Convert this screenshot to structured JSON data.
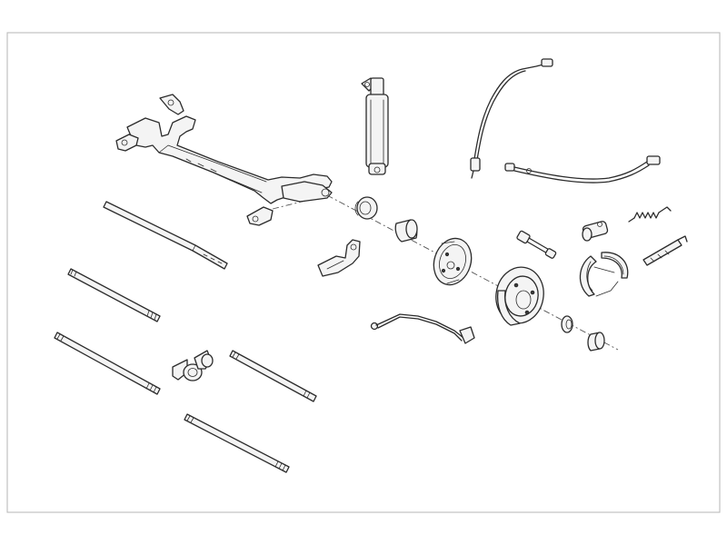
{
  "diagram": {
    "parts": [
      {
        "id": "rear-axle-beam",
        "icon": "axle-beam-icon"
      },
      {
        "id": "shock-absorber",
        "icon": "shock-absorber-icon"
      },
      {
        "id": "handbrake-cable-left",
        "icon": "cable-icon"
      },
      {
        "id": "handbrake-cable-right",
        "icon": "cable-icon"
      },
      {
        "id": "axle-bushing",
        "icon": "bushing-icon"
      },
      {
        "id": "silent-block",
        "icon": "bushing-icon"
      },
      {
        "id": "mounting-bracket",
        "icon": "bracket-icon"
      },
      {
        "id": "brake-backing-plate",
        "icon": "backing-plate-icon"
      },
      {
        "id": "brake-drum",
        "icon": "brake-drum-icon"
      },
      {
        "id": "wheel-bearing",
        "icon": "bearing-icon"
      },
      {
        "id": "hub-cap",
        "icon": "cap-icon"
      },
      {
        "id": "wheel-cylinder",
        "icon": "wheel-cylinder-icon"
      },
      {
        "id": "brake-shoes",
        "icon": "brake-shoe-icon"
      },
      {
        "id": "return-spring",
        "icon": "spring-icon"
      },
      {
        "id": "adjuster",
        "icon": "adjuster-icon"
      },
      {
        "id": "brake-line",
        "icon": "brake-line-icon"
      },
      {
        "id": "track-rod",
        "icon": "rod-icon"
      },
      {
        "id": "torsion-bar-1",
        "icon": "rod-icon"
      },
      {
        "id": "torsion-bar-2",
        "icon": "rod-icon"
      },
      {
        "id": "torsion-bar-3",
        "icon": "rod-icon"
      },
      {
        "id": "torsion-bar-4",
        "icon": "rod-icon"
      },
      {
        "id": "bar-clamp",
        "icon": "clamp-icon"
      }
    ]
  }
}
